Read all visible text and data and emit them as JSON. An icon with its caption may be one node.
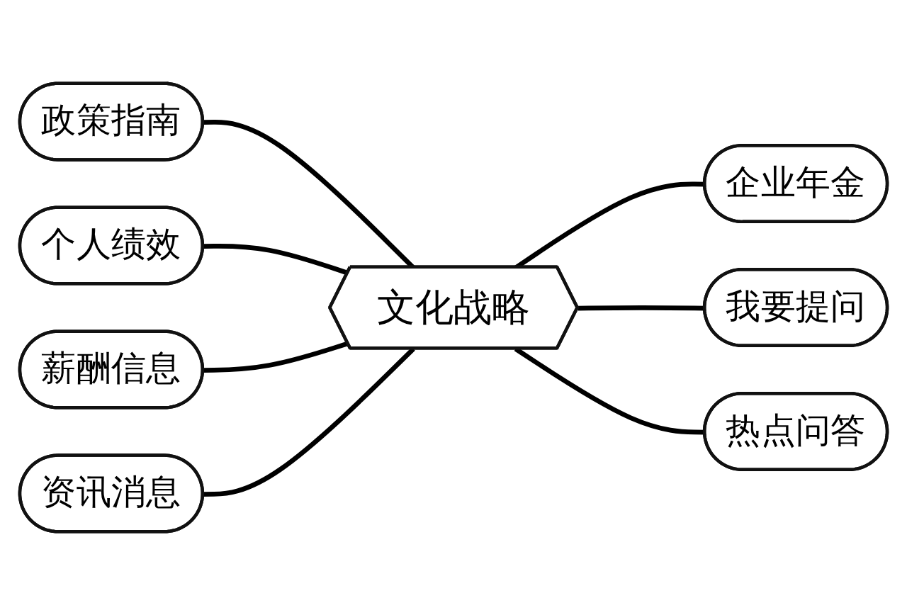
{
  "diagram": {
    "nodes": [
      {
        "text": [
          "政策指南"
        ]
      },
      {
        "text": [
          "企业年金"
        ]
      },
      {
        "text": [
          "个人绩效"
        ]
      },
      {
        "text": [
          "文化战略"
        ]
      },
      {
        "text": [
          "我要提问"
        ]
      },
      {
        "text": [
          "薪酬信息"
        ]
      },
      {
        "text": [
          "资讯消息"
        ]
      },
      {
        "text": [
          "热点问答"
        ]
      }
    ],
    "edges": [
      {
        "from": 0,
        "to": 3,
        "arrow": "none"
      },
      {
        "from": 3,
        "to": 1,
        "arrow": "none"
      },
      {
        "from": 2,
        "to": 3,
        "arrow": "none"
      },
      {
        "from": 3,
        "to": 4,
        "arrow": "none"
      },
      {
        "from": 5,
        "to": 3,
        "arrow": "none"
      },
      {
        "from": 6,
        "to": 3,
        "arrow": "none"
      },
      {
        "from": 3,
        "to": 7,
        "arrow": "none"
      }
    ]
  }
}
